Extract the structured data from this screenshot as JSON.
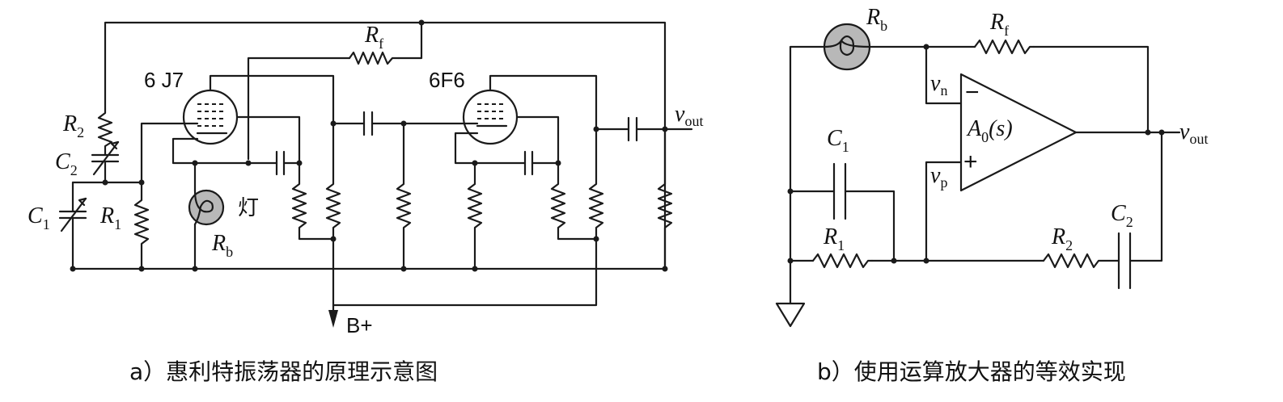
{
  "left": {
    "tube1_label": "6 J7",
    "tube2_label": "6F6",
    "R2": {
      "main": "R",
      "sub": "2"
    },
    "C2": {
      "main": "C",
      "sub": "2"
    },
    "C1": {
      "main": "C",
      "sub": "1"
    },
    "R1": {
      "main": "R",
      "sub": "1"
    },
    "Rf": {
      "main": "R",
      "sub": "f"
    },
    "Rb": {
      "main": "R",
      "sub": "b"
    },
    "lamp_label": "灯",
    "vout": {
      "main": "v",
      "sub": "out"
    },
    "supply_label": "B+",
    "caption": "a）惠利特振荡器的原理示意图"
  },
  "right": {
    "Rb": {
      "main": "R",
      "sub": "b"
    },
    "Rf": {
      "main": "R",
      "sub": "f"
    },
    "vn": {
      "main": "v",
      "sub": "n"
    },
    "vp": {
      "main": "v",
      "sub": "p"
    },
    "minus": "−",
    "plus": "+",
    "gain": {
      "main": "A",
      "sub": "0",
      "arg": "(s)"
    },
    "C1": {
      "main": "C",
      "sub": "1"
    },
    "R1": {
      "main": "R",
      "sub": "1"
    },
    "R2": {
      "main": "R",
      "sub": "2"
    },
    "C2": {
      "main": "C",
      "sub": "2"
    },
    "vout": {
      "main": "v",
      "sub": "out"
    },
    "caption": "b）使用运算放大器的等效实现"
  }
}
